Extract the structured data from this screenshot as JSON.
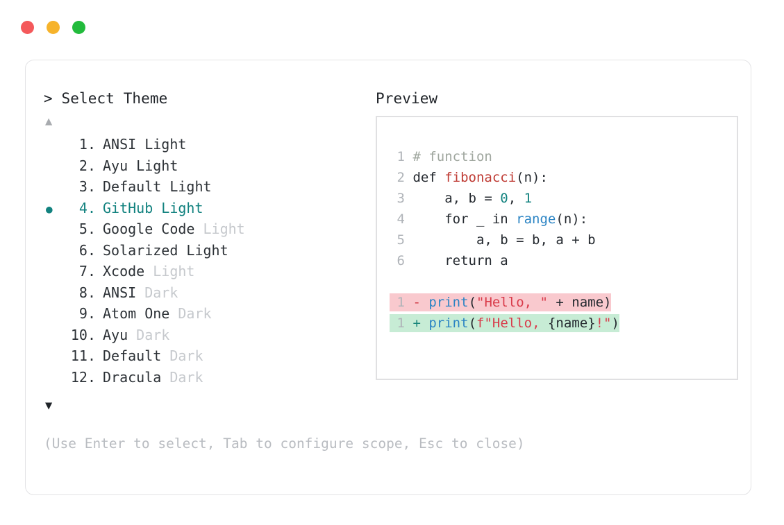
{
  "titlebar": {
    "dots": [
      {
        "name": "close-dot",
        "color": "#f4595b"
      },
      {
        "name": "minimize-dot",
        "color": "#f6b32b"
      },
      {
        "name": "maximize-dot",
        "color": "#22bb3c"
      }
    ]
  },
  "accent_color": "#12827f",
  "prompt": {
    "heading": "> Select Theme"
  },
  "preview": {
    "heading": "Preview"
  },
  "scroll": {
    "up_arrow": "▲",
    "down_arrow": "▼"
  },
  "themes": [
    {
      "num": " 1.",
      "name": "ANSI",
      "suffix": "Light",
      "suffix_dim": false,
      "selected": false
    },
    {
      "num": " 2.",
      "name": "Ayu",
      "suffix": "Light",
      "suffix_dim": false,
      "selected": false
    },
    {
      "num": " 3.",
      "name": "Default",
      "suffix": "Light",
      "suffix_dim": false,
      "selected": false
    },
    {
      "num": " 4.",
      "name": "GitHub",
      "suffix": "Light",
      "suffix_dim": false,
      "selected": true
    },
    {
      "num": " 5.",
      "name": "Google Code",
      "suffix": "Light",
      "suffix_dim": true,
      "selected": false
    },
    {
      "num": " 6.",
      "name": "Solarized",
      "suffix": "Light",
      "suffix_dim": false,
      "selected": false
    },
    {
      "num": " 7.",
      "name": "Xcode",
      "suffix": "Light",
      "suffix_dim": true,
      "selected": false
    },
    {
      "num": " 8.",
      "name": "ANSI",
      "suffix": "Dark",
      "suffix_dim": true,
      "selected": false
    },
    {
      "num": " 9.",
      "name": "Atom One",
      "suffix": "Dark",
      "suffix_dim": true,
      "selected": false
    },
    {
      "num": "10.",
      "name": "Ayu",
      "suffix": "Dark",
      "suffix_dim": true,
      "selected": false
    },
    {
      "num": "11.",
      "name": "Default",
      "suffix": "Dark",
      "suffix_dim": true,
      "selected": false
    },
    {
      "num": "12.",
      "name": "Dracula",
      "suffix": "Dark",
      "suffix_dim": true,
      "selected": false
    }
  ],
  "selected_bullet": "●",
  "code": {
    "lines": [
      {
        "num": "1",
        "tokens": [
          {
            "text": "# function",
            "cls": "t-comment"
          }
        ]
      },
      {
        "num": "2",
        "tokens": [
          {
            "text": "def ",
            "cls": "t-kw"
          },
          {
            "text": "fibonacci",
            "cls": "t-fn"
          },
          {
            "text": "(n):",
            "cls": "t-plain"
          }
        ]
      },
      {
        "num": "3",
        "tokens": [
          {
            "text": "    a, b = ",
            "cls": "t-plain"
          },
          {
            "text": "0",
            "cls": "t-num"
          },
          {
            "text": ", ",
            "cls": "t-plain"
          },
          {
            "text": "1",
            "cls": "t-num"
          }
        ]
      },
      {
        "num": "4",
        "tokens": [
          {
            "text": "    for _ in ",
            "cls": "t-plain"
          },
          {
            "text": "range",
            "cls": "t-builtin"
          },
          {
            "text": "(n):",
            "cls": "t-plain"
          }
        ]
      },
      {
        "num": "5",
        "tokens": [
          {
            "text": "        a, b = b, a + b",
            "cls": "t-plain"
          }
        ]
      },
      {
        "num": "6",
        "tokens": [
          {
            "text": "    return a",
            "cls": "t-plain"
          }
        ]
      }
    ]
  },
  "diff": {
    "removed": {
      "num": "1",
      "sign": "-",
      "tokens": [
        {
          "text": "print",
          "cls": "t-call"
        },
        {
          "text": "(",
          "cls": "t-plain"
        },
        {
          "text": "\"Hello, \"",
          "cls": "t-str"
        },
        {
          "text": " + name)",
          "cls": "t-plain"
        }
      ]
    },
    "added": {
      "num": "1",
      "sign": "+",
      "tokens": [
        {
          "text": "print",
          "cls": "t-call"
        },
        {
          "text": "(",
          "cls": "t-plain"
        },
        {
          "text": "f\"Hello, ",
          "cls": "t-str"
        },
        {
          "text": "{name}",
          "cls": "t-plain"
        },
        {
          "text": "!\"",
          "cls": "t-str"
        },
        {
          "text": ")",
          "cls": "t-plain"
        }
      ]
    }
  },
  "footer": {
    "hint": "(Use Enter to select, Tab to configure scope, Esc to close)"
  }
}
